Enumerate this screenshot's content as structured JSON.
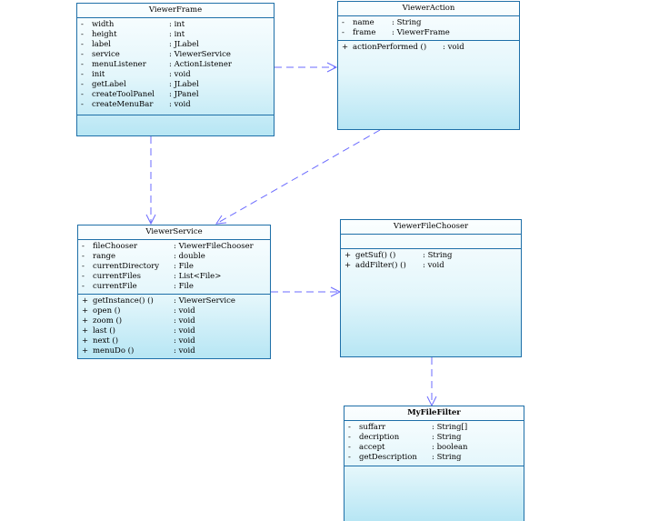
{
  "classes": {
    "viewer_frame": {
      "name": "ViewerFrame",
      "members": [
        {
          "vis": "-",
          "name": "width",
          "type": ": int"
        },
        {
          "vis": "-",
          "name": "height",
          "type": ": int"
        },
        {
          "vis": "-",
          "name": "label",
          "type": ": JLabel"
        },
        {
          "vis": "-",
          "name": "service",
          "type": ": ViewerService"
        },
        {
          "vis": "-",
          "name": "menuListener",
          "type": ": ActionListener"
        },
        {
          "vis": "-",
          "name": "init",
          "type": ": void"
        },
        {
          "vis": "-",
          "name": "getLabel",
          "type": ": JLabel"
        },
        {
          "vis": "-",
          "name": "createToolPanel",
          "type": ": JPanel"
        },
        {
          "vis": "-",
          "name": "createMenuBar",
          "type": ": void"
        }
      ],
      "operations": []
    },
    "viewer_action": {
      "name": "ViewerAction",
      "members": [
        {
          "vis": "-",
          "name": "name",
          "type": ": String"
        },
        {
          "vis": "-",
          "name": "frame",
          "type": ": ViewerFrame"
        }
      ],
      "operations": [
        {
          "vis": "+",
          "name": "actionPerformed ()",
          "type": ": void"
        }
      ]
    },
    "viewer_service": {
      "name": "ViewerService",
      "members": [
        {
          "vis": "-",
          "name": "fileChooser",
          "type": ": ViewerFileChooser"
        },
        {
          "vis": "-",
          "name": "range",
          "type": ": double"
        },
        {
          "vis": "-",
          "name": "currentDirectory",
          "type": ": File"
        },
        {
          "vis": "-",
          "name": "currentFiles",
          "type": ": List<File>"
        },
        {
          "vis": "-",
          "name": "currentFile",
          "type": ": File"
        }
      ],
      "operations": [
        {
          "vis": "+",
          "name": "getInstance() ()",
          "type": ": ViewerService"
        },
        {
          "vis": "+",
          "name": "open ()",
          "type": ": void"
        },
        {
          "vis": "+",
          "name": "zoom ()",
          "type": ": void"
        },
        {
          "vis": "+",
          "name": "last ()",
          "type": ": void"
        },
        {
          "vis": "+",
          "name": "next ()",
          "type": ": void"
        },
        {
          "vis": "+",
          "name": "menuDo ()",
          "type": ": void"
        }
      ]
    },
    "viewer_file_chooser": {
      "name": "ViewerFileChooser",
      "members": [],
      "operations": [
        {
          "vis": "+",
          "name": "getSuf() ()",
          "type": ": String"
        },
        {
          "vis": "+",
          "name": "addFilter() ()",
          "type": ": void"
        }
      ]
    },
    "my_file_filter": {
      "name": "MyFileFilter",
      "members": [
        {
          "vis": "-",
          "name": "suffarr",
          "type": ": String[]"
        },
        {
          "vis": "-",
          "name": "decription",
          "type": ": String"
        },
        {
          "vis": "-",
          "name": "accept",
          "type": ": boolean"
        },
        {
          "vis": "-",
          "name": "getDescription",
          "type": ": String"
        }
      ],
      "operations": []
    }
  },
  "colors": {
    "border": "#1e6fa8",
    "dependency_line": "#6b6bff"
  }
}
